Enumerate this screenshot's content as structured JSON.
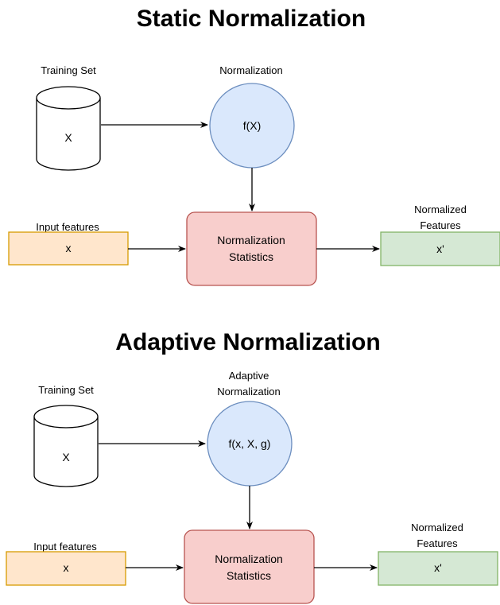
{
  "static": {
    "title": "Static Normalization",
    "training_set_label": "Training Set",
    "training_set_value": "X",
    "function_label": "Normalization",
    "function_text": "f(X)",
    "input_label": "Input features",
    "input_value": "x",
    "stats_line1": "Normalization",
    "stats_line2": "Statistics",
    "output_label_line1": "Normalized",
    "output_label_line2": "Features",
    "output_value": "x'"
  },
  "adaptive": {
    "title": "Adaptive Normalization",
    "training_set_label": "Training Set",
    "training_set_value": "X",
    "function_label_line1": "Adaptive",
    "function_label_line2": "Normalization",
    "function_text": "f(x, X, g)",
    "input_label": "Input features",
    "input_value": "x",
    "stats_line1": "Normalization",
    "stats_line2": "Statistics",
    "output_label_line1": "Normalized",
    "output_label_line2": "Features",
    "output_value": "x'"
  },
  "colors": {
    "circle_fill": "#dae8fc",
    "circle_stroke": "#6c8ebf",
    "stats_fill": "#f8cecc",
    "stats_stroke": "#b85450",
    "input_fill": "#ffe6cc",
    "input_stroke": "#d79b00",
    "output_fill": "#d5e8d4",
    "output_stroke": "#82b366"
  }
}
